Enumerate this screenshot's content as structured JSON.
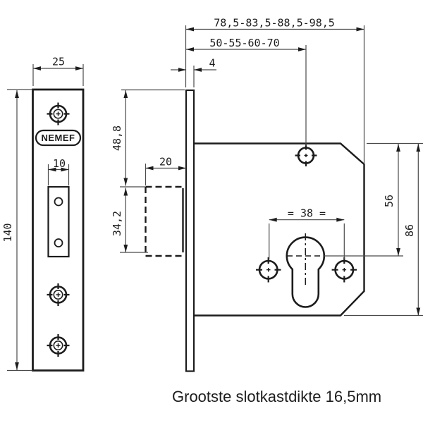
{
  "brand": "NEMEF",
  "note": "Grootste slotkastdikte 16,5mm",
  "dims": {
    "case_length_variants": "78,5-83,5-88,5-98,5",
    "backset_variants": "50-55-60-70",
    "faceplate_recess": "4",
    "faceplate_width": "25",
    "cutout_width": "10",
    "faceplate_length": "140",
    "top_to_bolt": "48,8",
    "bolt_height": "34,2",
    "bolt_throw": "20",
    "hole_spacing": "= 38 =",
    "top_to_cylinder": "56",
    "case_height": "86"
  },
  "colors": {
    "line": "#1c1c1c",
    "thin_line": "#4a4a4a",
    "background": "#ffffff"
  }
}
